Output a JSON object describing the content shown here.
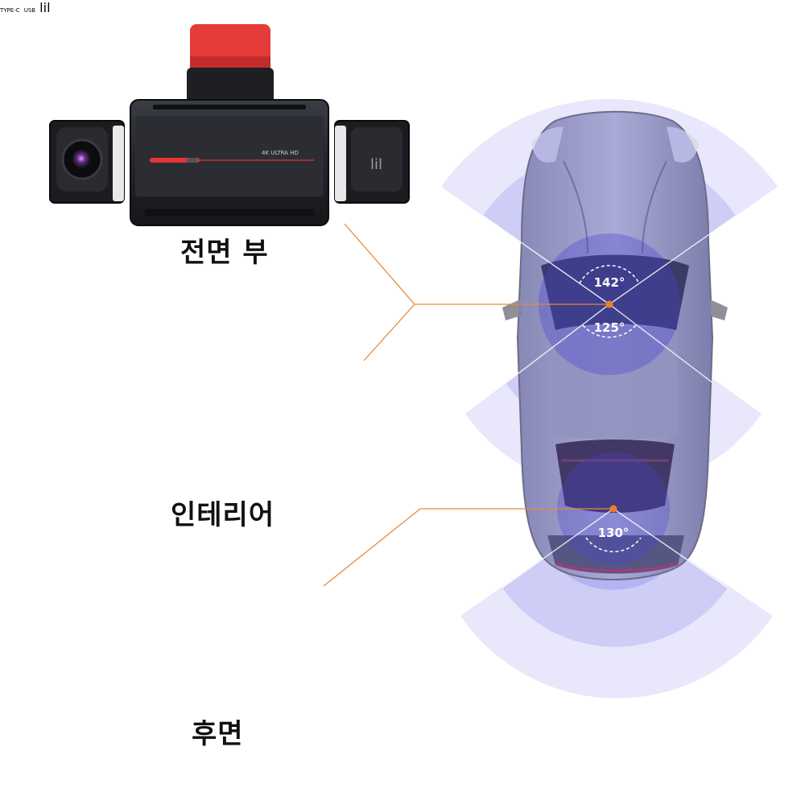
{
  "labels": {
    "front": "전면 부",
    "interior": "인테리어",
    "rear": "후면"
  },
  "angles": {
    "front": "142°",
    "interior": "125°",
    "rear": "130°"
  },
  "device_text": {
    "front_badge": "4K ULTRA HD",
    "port_typec": "TYPE-C",
    "port_usb": "USB"
  },
  "colors": {
    "coverage": "#5b58e6",
    "leader_line": "#e7893a",
    "mount_red": "#e63b3b"
  }
}
